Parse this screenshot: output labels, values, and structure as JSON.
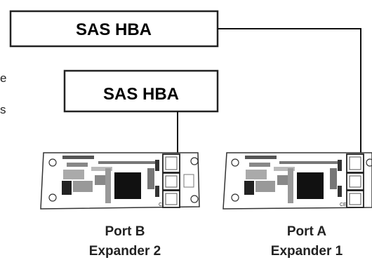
{
  "hba_top": {
    "label": "SAS HBA"
  },
  "hba_middle": {
    "label": "SAS HBA"
  },
  "left_partial_text": {
    "line1": "e",
    "line2": "s"
  },
  "board_left": {
    "port_label": "Port B",
    "expander_label": "Expander 2"
  },
  "board_right": {
    "port_label": "Port A",
    "expander_label": "Expander 1"
  },
  "colors": {
    "line": "#111111",
    "board_fill": "#ffffff",
    "chip": "#111111"
  }
}
